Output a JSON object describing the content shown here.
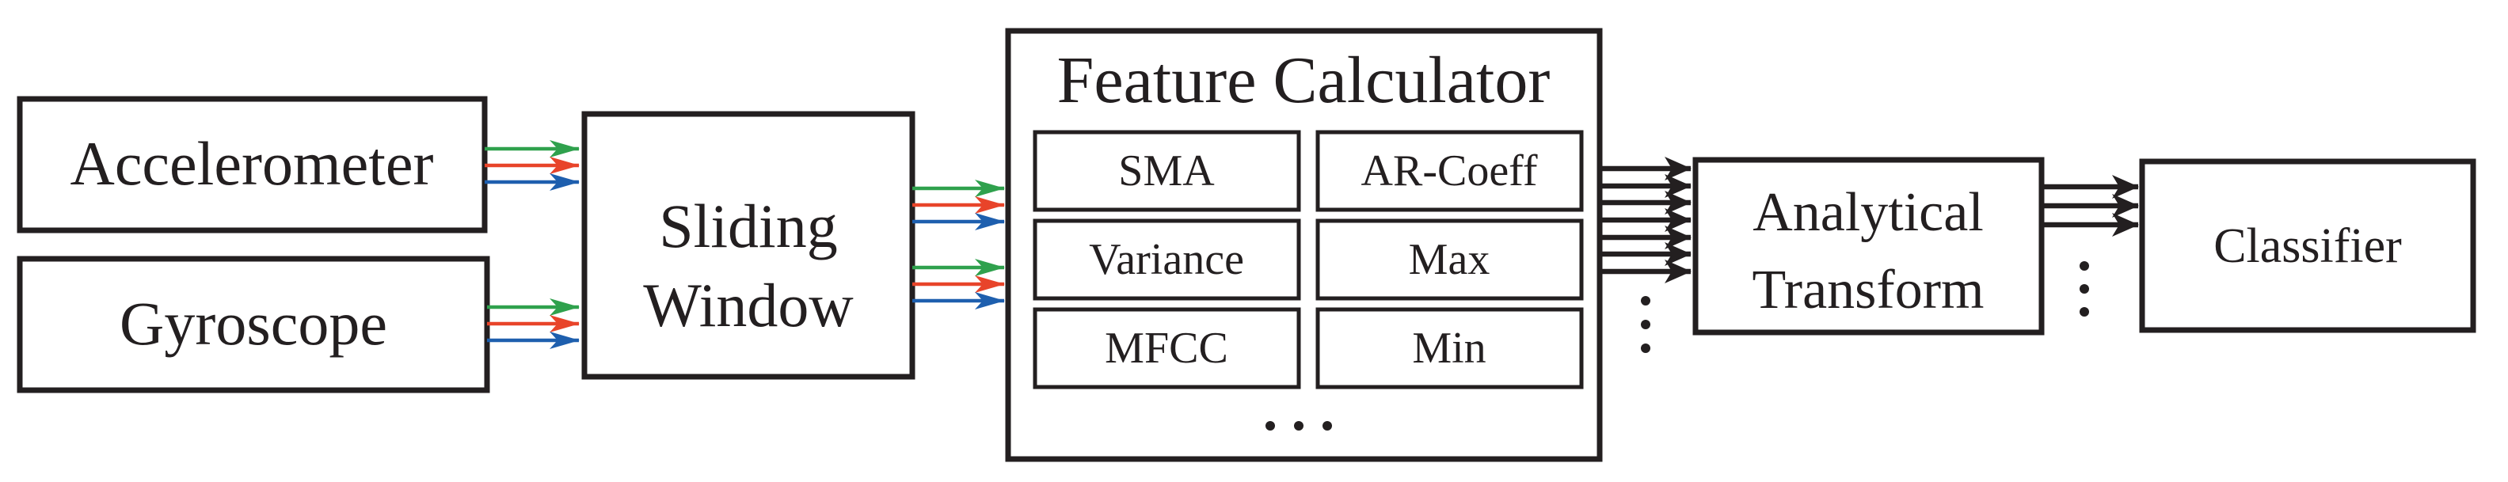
{
  "diagram": {
    "colors": {
      "ink": "#231f20",
      "background": "#ffffff",
      "signal_green": "#2fa14d",
      "signal_red": "#e8442a",
      "signal_blue": "#1e5fae"
    },
    "nodes": {
      "accelerometer": {
        "label": "Accelerometer"
      },
      "gyroscope": {
        "label": "Gyroscope"
      },
      "sliding_window": {
        "label_line1": "Sliding",
        "label_line2": "Window"
      },
      "feature_calculator": {
        "title": "Feature Calculator",
        "features": [
          "SMA",
          "AR-Coeff",
          "Variance",
          "Max",
          "MFCC",
          "Min"
        ],
        "more_features_indicator": "···"
      },
      "analytical_transform": {
        "label_line1": "Analytical",
        "label_line2": "Transform"
      },
      "classifier": {
        "label": "Classifier"
      }
    },
    "connections": {
      "accelerometer_to_sliding_window": {
        "channels": [
          "green",
          "red",
          "blue"
        ]
      },
      "gyroscope_to_sliding_window": {
        "channels": [
          "green",
          "red",
          "blue"
        ]
      },
      "sliding_window_to_feature_calculator": {
        "channel_groups": 2,
        "channels": [
          "green",
          "red",
          "blue"
        ]
      },
      "feature_calculator_to_analytical_transform": {
        "arrow_count": 7,
        "continuation_indicator": "⋮"
      },
      "analytical_transform_to_classifier": {
        "arrow_count": 3,
        "continuation_indicator": "⋮"
      }
    }
  }
}
